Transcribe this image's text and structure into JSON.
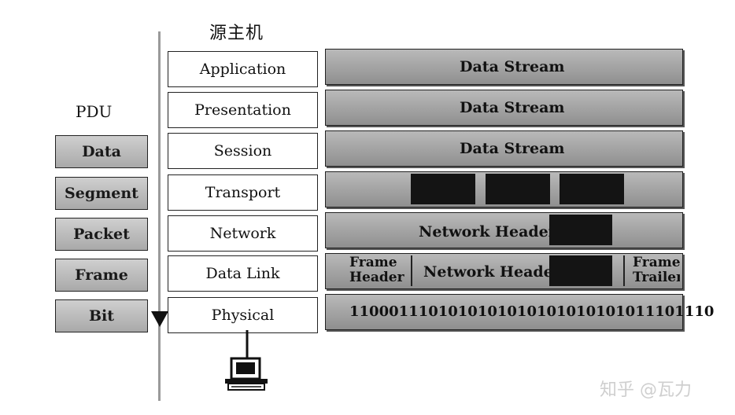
{
  "host_title": "源主机",
  "pdu_header": "PDU",
  "pdu_units": [
    "Data",
    "Segment",
    "Packet",
    "Frame",
    "Bit"
  ],
  "layers": [
    "Application",
    "Presentation",
    "Session",
    "Transport",
    "Network",
    "Data Link",
    "Physical"
  ],
  "encapsulation": {
    "application": "Data Stream",
    "presentation": "Data Stream",
    "session": "Data Stream",
    "network_header": "Network Header",
    "datalink_frame_header": "Frame Header",
    "datalink_network_header": "Network Header",
    "datalink_frame_trailer": "Frame Trailer",
    "physical_bits": "1100011101010101010101010101011101110"
  },
  "icons": {
    "host": "computer-icon",
    "direction": "down-arrow-icon"
  },
  "watermark": "知乎 @瓦力",
  "colors": {
    "band_light": "#b9b9b9",
    "band_dark": "#8f8f8f",
    "data_block": "#141414",
    "pdu_box": "#bcbcbc"
  }
}
